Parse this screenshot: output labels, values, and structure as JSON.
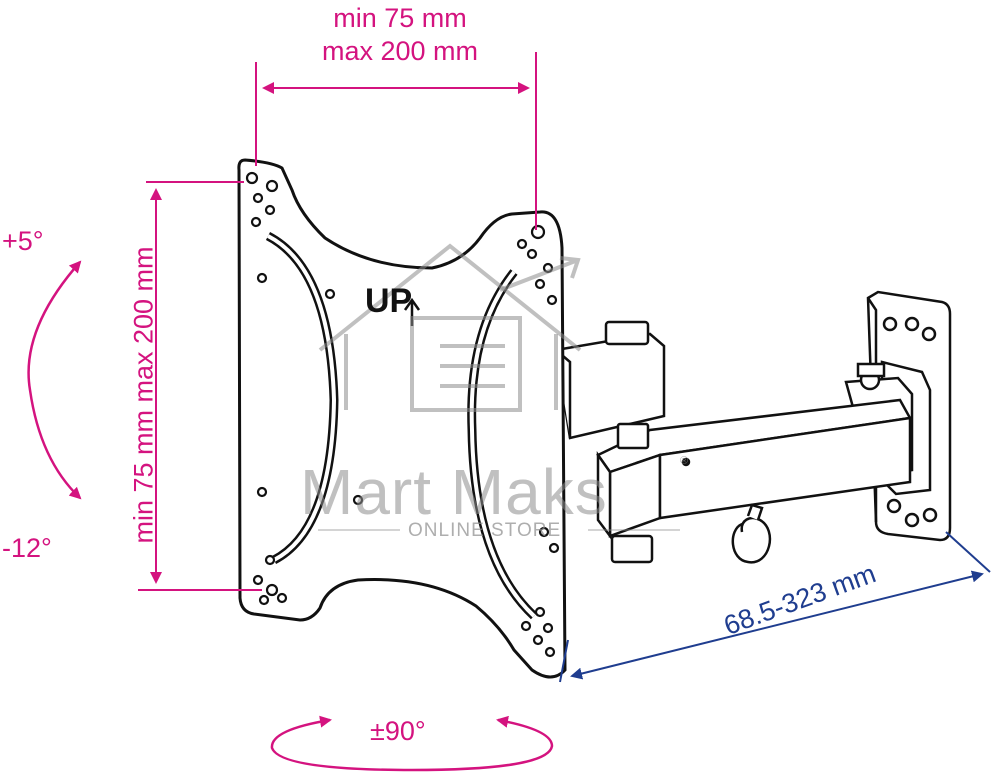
{
  "dimensions": {
    "vesa_width": [
      "min 75 mm",
      "max 200 mm"
    ],
    "vesa_height": "min 75 mm max 200 mm",
    "tilt_up": "+5°",
    "tilt_down": "-12°",
    "swivel": "±90°",
    "extension": "68.5-323 mm"
  },
  "plate": {
    "up_label": "UP"
  },
  "watermark": {
    "brand": "Mart Maks",
    "tagline": "ONLINE STORE",
    "registered": "®"
  },
  "colors": {
    "dimension_lines": "#d4137f",
    "extension_line": "#1f3d8f",
    "drawing": "#111111",
    "watermark": "#8c8c8c"
  }
}
